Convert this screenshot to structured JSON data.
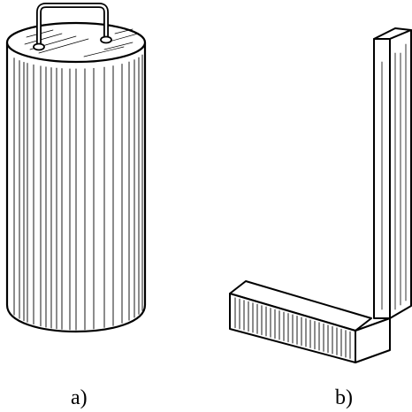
{
  "figure": {
    "items": [
      {
        "caption": "a)",
        "depicts": "cylindrical-weight-with-handle"
      },
      {
        "caption": "b)",
        "depicts": "try-square"
      }
    ],
    "colors": {
      "ink": "#000000",
      "paper": "#ffffff"
    }
  }
}
